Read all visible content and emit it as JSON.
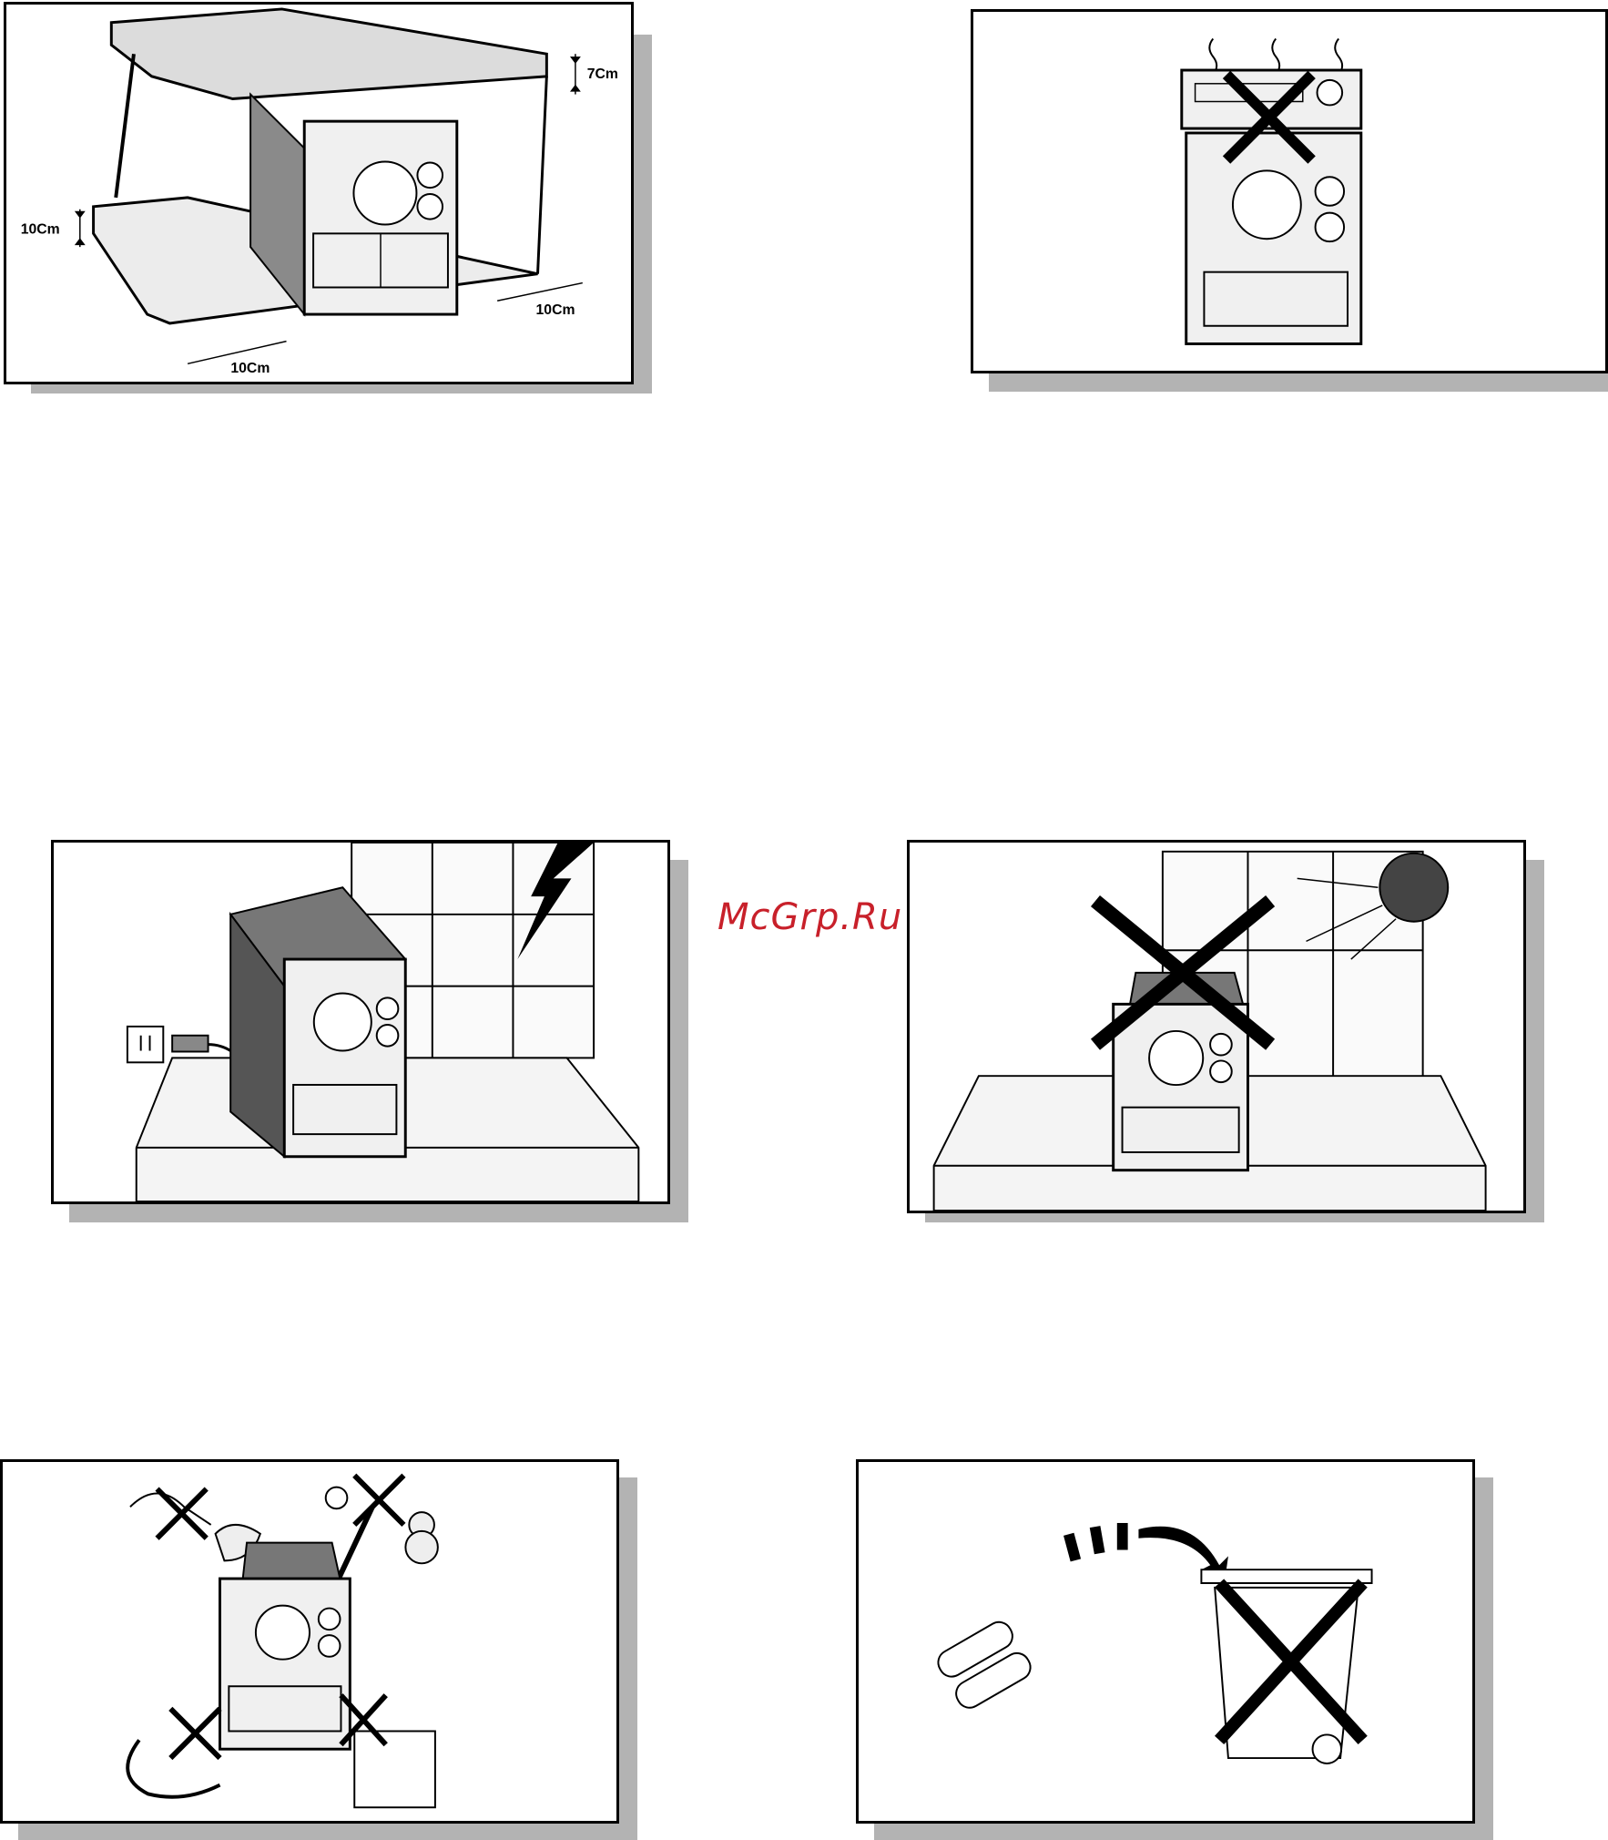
{
  "panels": [
    {
      "name": "ventilation-clearance",
      "labels": {
        "top": "7Cm",
        "left": "10Cm",
        "side": "10Cm",
        "front": "10Cm"
      }
    },
    {
      "name": "no-stacking"
    },
    {
      "name": "thunderstorm-unplug"
    },
    {
      "name": "no-direct-sunlight"
    },
    {
      "name": "avoid-hazards"
    },
    {
      "name": "battery-disposal"
    }
  ],
  "watermark": "McGrp.Ru",
  "colors": {
    "shadow": "#b3b3b3",
    "watermark": "#c8202a",
    "frame": "#000000"
  }
}
